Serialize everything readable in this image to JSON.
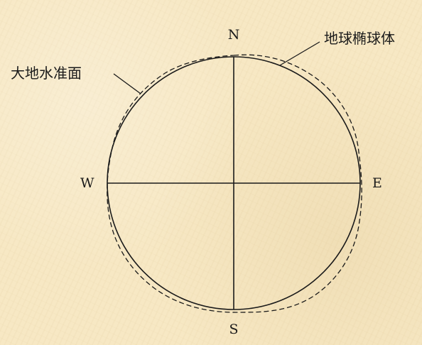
{
  "labels": {
    "north": "N",
    "south": "S",
    "east": "E",
    "west": "W",
    "ellipsoid": "地球椭球体",
    "geoid": "大地水准面"
  },
  "colors": {
    "background": "#f7e8c4",
    "line": "#1a1a1a"
  }
}
